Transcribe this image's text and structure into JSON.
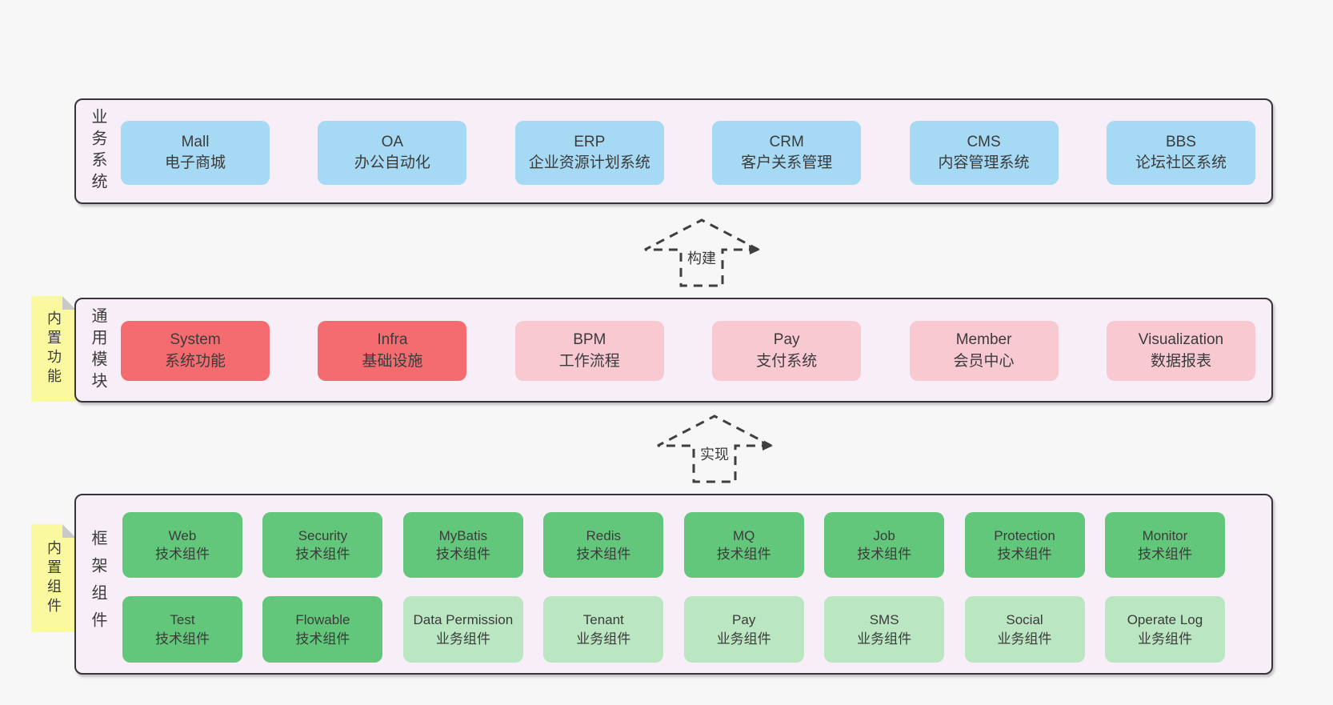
{
  "colors": {
    "page-bg": "#f7f7f7",
    "band-bg": "#f8eef7",
    "band-border": "#39333d",
    "blue": "#a6d9f3",
    "red": "#f56c70",
    "pink": "#f9c9d2",
    "green": "#63c77b",
    "green-light": "#bbe6c2",
    "yellow": "#fbf9a0",
    "fold": "#c9c9c9",
    "text": "#3b3b3b"
  },
  "bands": [
    {
      "id": "business-systems",
      "label": "业务系统",
      "boxes": [
        {
          "name": "Mall",
          "subtitle": "电子商城",
          "variant": "blue"
        },
        {
          "name": "OA",
          "subtitle": "办公自动化",
          "variant": "blue"
        },
        {
          "name": "ERP",
          "subtitle": "企业资源计划系统",
          "variant": "blue"
        },
        {
          "name": "CRM",
          "subtitle": "客户关系管理",
          "variant": "blue"
        },
        {
          "name": "CMS",
          "subtitle": "内容管理系统",
          "variant": "blue"
        },
        {
          "name": "BBS",
          "subtitle": "论坛社区系统",
          "variant": "blue"
        }
      ]
    },
    {
      "id": "common-modules",
      "label": "通用模块",
      "sticky": "内置功能",
      "boxes": [
        {
          "name": "System",
          "subtitle": "系统功能",
          "variant": "red"
        },
        {
          "name": "Infra",
          "subtitle": "基础设施",
          "variant": "red"
        },
        {
          "name": "BPM",
          "subtitle": "工作流程",
          "variant": "pink"
        },
        {
          "name": "Pay",
          "subtitle": "支付系统",
          "variant": "pink"
        },
        {
          "name": "Member",
          "subtitle": "会员中心",
          "variant": "pink"
        },
        {
          "name": "Visualization",
          "subtitle": "数据报表",
          "variant": "pink"
        }
      ]
    },
    {
      "id": "framework-components",
      "label": "框架组件",
      "sticky": "内置组件",
      "rows": [
        [
          {
            "name": "Web",
            "subtitle": "技术组件",
            "variant": "green"
          },
          {
            "name": "Security",
            "subtitle": "技术组件",
            "variant": "green"
          },
          {
            "name": "MyBatis",
            "subtitle": "技术组件",
            "variant": "green"
          },
          {
            "name": "Redis",
            "subtitle": "技术组件",
            "variant": "green"
          },
          {
            "name": "MQ",
            "subtitle": "技术组件",
            "variant": "green"
          },
          {
            "name": "Job",
            "subtitle": "技术组件",
            "variant": "green"
          },
          {
            "name": "Protection",
            "subtitle": "技术组件",
            "variant": "green"
          },
          {
            "name": "Monitor",
            "subtitle": "技术组件",
            "variant": "green"
          }
        ],
        [
          {
            "name": "Test",
            "subtitle": "技术组件",
            "variant": "green"
          },
          {
            "name": "Flowable",
            "subtitle": "技术组件",
            "variant": "green"
          },
          {
            "name": "Data Permission",
            "subtitle": "业务组件",
            "variant": "green-light"
          },
          {
            "name": "Tenant",
            "subtitle": "业务组件",
            "variant": "green-light"
          },
          {
            "name": "Pay",
            "subtitle": "业务组件",
            "variant": "green-light"
          },
          {
            "name": "SMS",
            "subtitle": "业务组件",
            "variant": "green-light"
          },
          {
            "name": "Social",
            "subtitle": "业务组件",
            "variant": "green-light"
          },
          {
            "name": "Operate Log",
            "subtitle": "业务组件",
            "variant": "green-light"
          }
        ]
      ]
    }
  ],
  "arrows": [
    {
      "label": "构建"
    },
    {
      "label": "实现"
    }
  ]
}
